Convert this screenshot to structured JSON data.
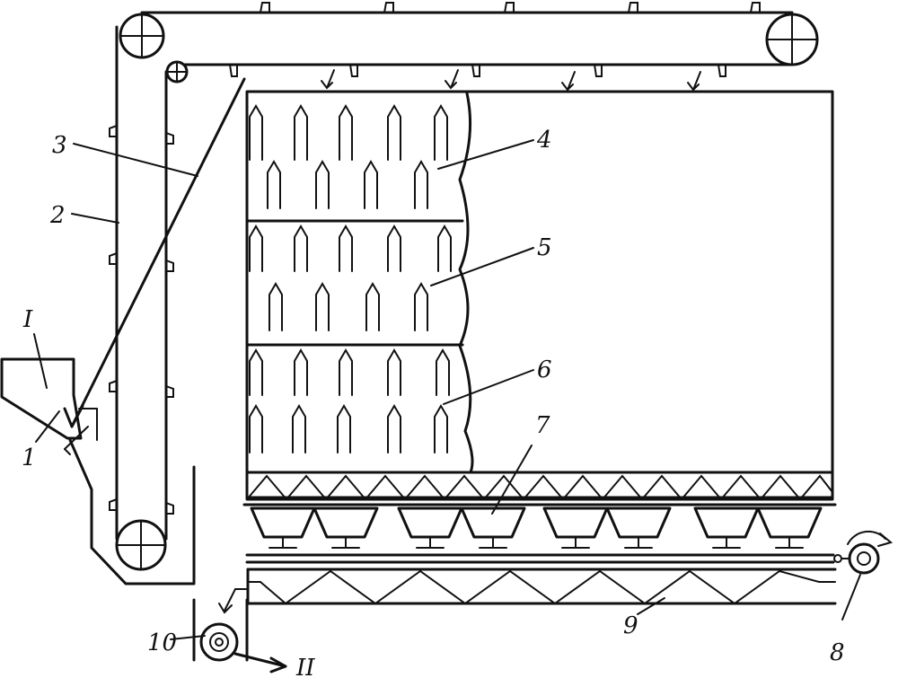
{
  "labels": {
    "input": "I",
    "output": "II",
    "n1": "1",
    "n2": "2",
    "n3": "3",
    "n4": "4",
    "n5": "5",
    "n6": "6",
    "n7": "7",
    "n8": "8",
    "n9": "9",
    "n10": "10"
  }
}
